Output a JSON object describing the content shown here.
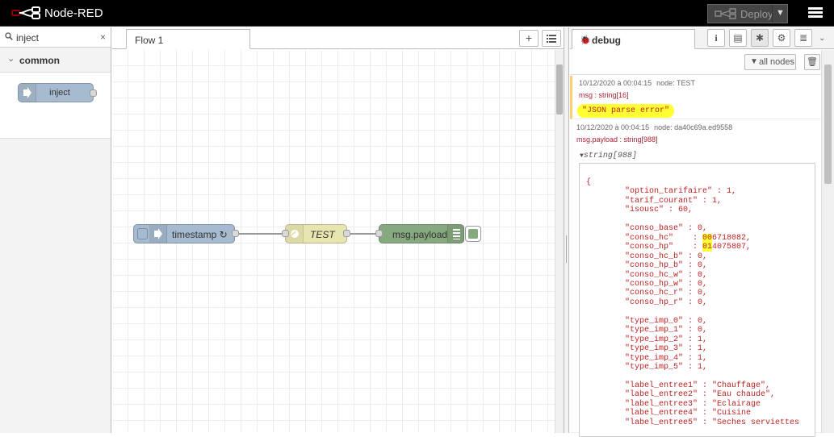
{
  "header": {
    "title": "Node-RED",
    "deploy_label": "Deploy"
  },
  "palette": {
    "search_value": "inject",
    "category": "common",
    "nodes": [
      {
        "label": "inject"
      }
    ]
  },
  "workspace": {
    "tab_label": "Flow 1",
    "nodes": {
      "inject": "timestamp ↻",
      "function": "TEST",
      "debug": "msg.payload"
    }
  },
  "sidebar": {
    "tab_label": "debug",
    "filter_label": "all nodes",
    "messages": [
      {
        "timestamp": "10/12/2020 à 00:04:15",
        "node": "node: TEST",
        "topic": "msg : string[16]",
        "value": "\"JSON parse error\""
      },
      {
        "timestamp": "10/12/2020 à 00:04:15",
        "node": "node: da40c69a.ed9558",
        "topic": "msg.payload : string[988]",
        "toggle": "string[988]",
        "json_lines": [
          "{",
          "        \"option_tarifaire\" : 1,",
          "        \"tarif_courant\" : 1,",
          "        \"isousc\" : 60,",
          "",
          "        \"conso_base\" : 0,",
          "        \"conso_hc\"    : 006718082,",
          "        \"conso_hp\"    : 014075807,",
          "        \"conso_hc_b\" : 0,",
          "        \"conso_hp_b\" : 0,",
          "        \"conso_hc_w\" : 0,",
          "        \"conso_hp_w\" : 0,",
          "        \"conso_hc_r\" : 0,",
          "        \"conso_hp_r\" : 0,",
          "",
          "        \"type_imp_0\" : 0,",
          "        \"type_imp_1\" : 0,",
          "        \"type_imp_2\" : 1,",
          "        \"type_imp_3\" : 1,",
          "        \"type_imp_4\" : 1,",
          "        \"type_imp_5\" : 1,",
          "",
          "        \"label_entree1\" : \"Chauffage\",",
          "        \"label_entree2\" : \"Eau chaude\",",
          "        \"label_entree3\" : \"Eclairage           \",",
          "        \"label_entree4\" : \"Cuisine             \",",
          "        \"label_entree5\" : \"Seches serviettes   \","
        ]
      }
    ]
  },
  "colors": {
    "inject": "#a6bbcf",
    "function": "#e7e6af",
    "debug": "#87a980",
    "highlight": "#ffff33"
  }
}
